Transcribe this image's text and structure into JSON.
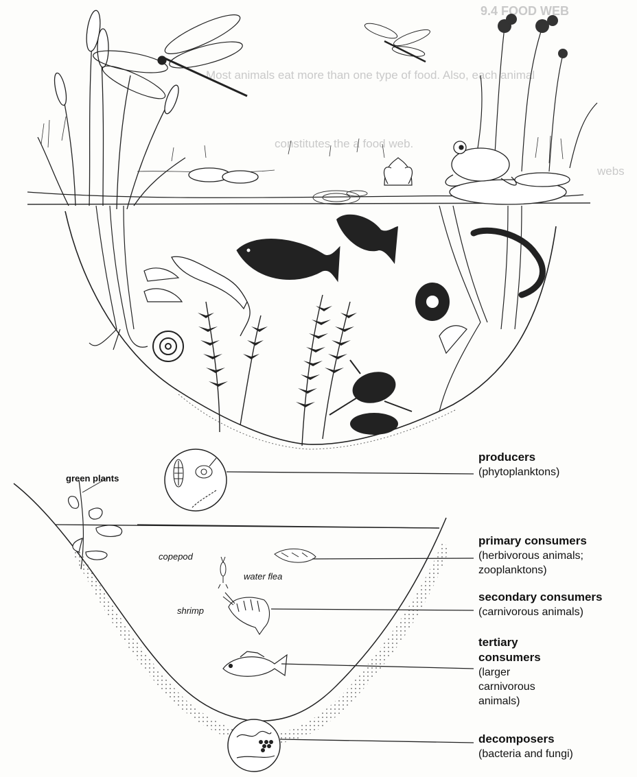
{
  "background_text": {
    "heading": "9.4  FOOD WEB",
    "line1": "Most animals eat more than one type of food. Also, each animal",
    "line3": "constitutes the a food web.",
    "line4": "webs"
  },
  "labels": {
    "green_plants": "green plants",
    "copepod": "copepod",
    "water_flea": "water flea",
    "shrimp": "shrimp"
  },
  "levels": {
    "producers": {
      "title": "producers",
      "desc": "(phytoplanktons)"
    },
    "primary": {
      "title": "primary consumers",
      "desc1": "(herbivorous animals;",
      "desc2": "zooplanktons)"
    },
    "secondary": {
      "title": "secondary consumers",
      "desc": "(carnivorous animals)"
    },
    "tertiary": {
      "title1": "tertiary",
      "title2": "consumers",
      "desc1": "(larger",
      "desc2": "carnivorous",
      "desc3": "animals)"
    },
    "decomposers": {
      "title": "decomposers",
      "desc": "(bacteria and fungi)"
    }
  }
}
